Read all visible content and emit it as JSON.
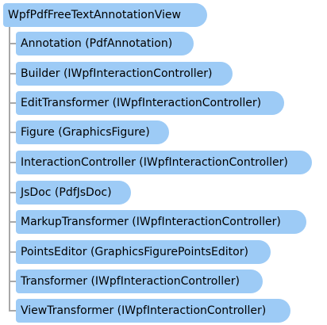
{
  "root": {
    "label": "WpfPdfFreeTextAnnotationView"
  },
  "members": [
    {
      "label": "Annotation (PdfAnnotation)"
    },
    {
      "label": "Builder (IWpfInteractionController)"
    },
    {
      "label": "EditTransformer (IWpfInteractionController)"
    },
    {
      "label": "Figure (GraphicsFigure)"
    },
    {
      "label": "InteractionController (IWpfInteractionController)"
    },
    {
      "label": "JsDoc (PdfJsDoc)"
    },
    {
      "label": "MarkupTransformer (IWpfInteractionController)"
    },
    {
      "label": "PointsEditor (GraphicsFigurePointsEditor)"
    },
    {
      "label": "Transformer (IWpfInteractionController)"
    },
    {
      "label": "ViewTransformer (IWpfInteractionController)"
    }
  ]
}
